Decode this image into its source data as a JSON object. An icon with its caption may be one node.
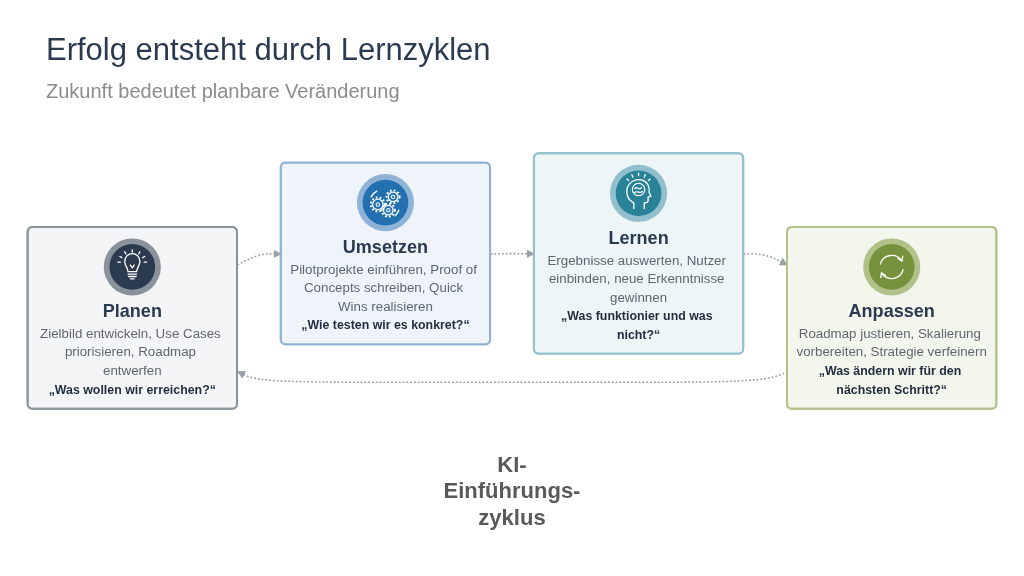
{
  "diagram": {
    "title": "Erfolg entsteht durch Lernzyklen",
    "nodes": [
      {
        "text": [
          "Planen",
          "Zielbild entwickeln, Use Cases priorisieren, Roadmap entwerfen",
          "„Was wollen wir erreichen?“"
        ]
      },
      {
        "text": [
          "Umsetzen",
          "Pilotprojekte einführen, Proof of Concepts schreiben, Quick Wins realisieren",
          "„Wie testen wir es konkret?“"
        ]
      },
      {
        "text": [
          "Lernen",
          "Ergebnisse auswerten, Nutzer einbinden, neue Erkenntnisse gewinnen",
          "„Was funktionier und was nicht?“"
        ]
      },
      {
        "text": [
          "Anpassen",
          "Roadmap justieren, Skalierung vorbereiten, Strategie verfeinern",
          "„Was ändern wir für den nächsten Schritt?“"
        ]
      }
    ],
    "edges": [
      {
        "from": 0,
        "to": 1,
        "arrow": "to",
        "style": "dashed"
      },
      {
        "from": 1,
        "to": 2,
        "arrow": "to",
        "style": "dashed"
      },
      {
        "from": 2,
        "to": 3,
        "arrow": "to",
        "style": "dashed"
      },
      {
        "from": 3,
        "to": 0,
        "arrow": "to",
        "style": "dashed"
      }
    ],
    "labels": [
      "Zukunft bedeutet planbare Veränderung",
      "KI- Einführungs- zyklus"
    ]
  }
}
